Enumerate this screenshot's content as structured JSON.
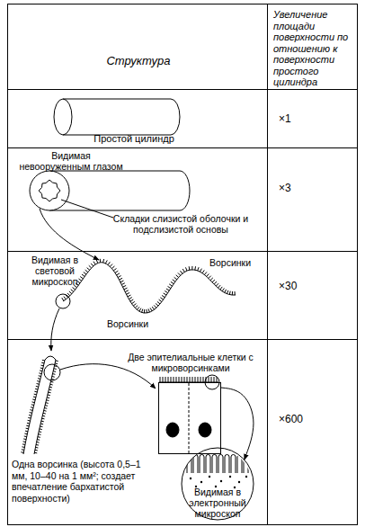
{
  "diagram": {
    "nodes": [
      {
        "text": [
          "Структура"
        ]
      },
      {
        "text": [
          "Увеличение площади поверхности по отношению к поверхности простого цилиндра"
        ]
      },
      {
        "text": [
          "Простой цилиндр"
        ]
      },
      {
        "text": [
          "×1"
        ]
      },
      {
        "text": [
          "Видимая невооруженным глазом",
          "Складки слизистой оболочки и подслизистой основы"
        ]
      },
      {
        "text": [
          "×3"
        ]
      },
      {
        "text": [
          "Видимая в световой микроскоп",
          "Ворсинки",
          "Ворсинки"
        ]
      },
      {
        "text": [
          "×30"
        ]
      },
      {
        "text": [
          "Одна ворсинка (высота 0,5–1 мм, 10–40 на 1 мм²; создает впечатление бархатистой поверхности)"
        ]
      },
      {
        "text": [
          "Две эпителиальные клетки с микроворсинками"
        ],
        "in": 8
      },
      {
        "text": [
          "Видимая в электронный микроскоп"
        ],
        "in": 8
      },
      {
        "text": [
          "×600"
        ]
      }
    ],
    "edges": [
      {
        "from": 9,
        "to": 10,
        "arrow": "to"
      }
    ]
  }
}
